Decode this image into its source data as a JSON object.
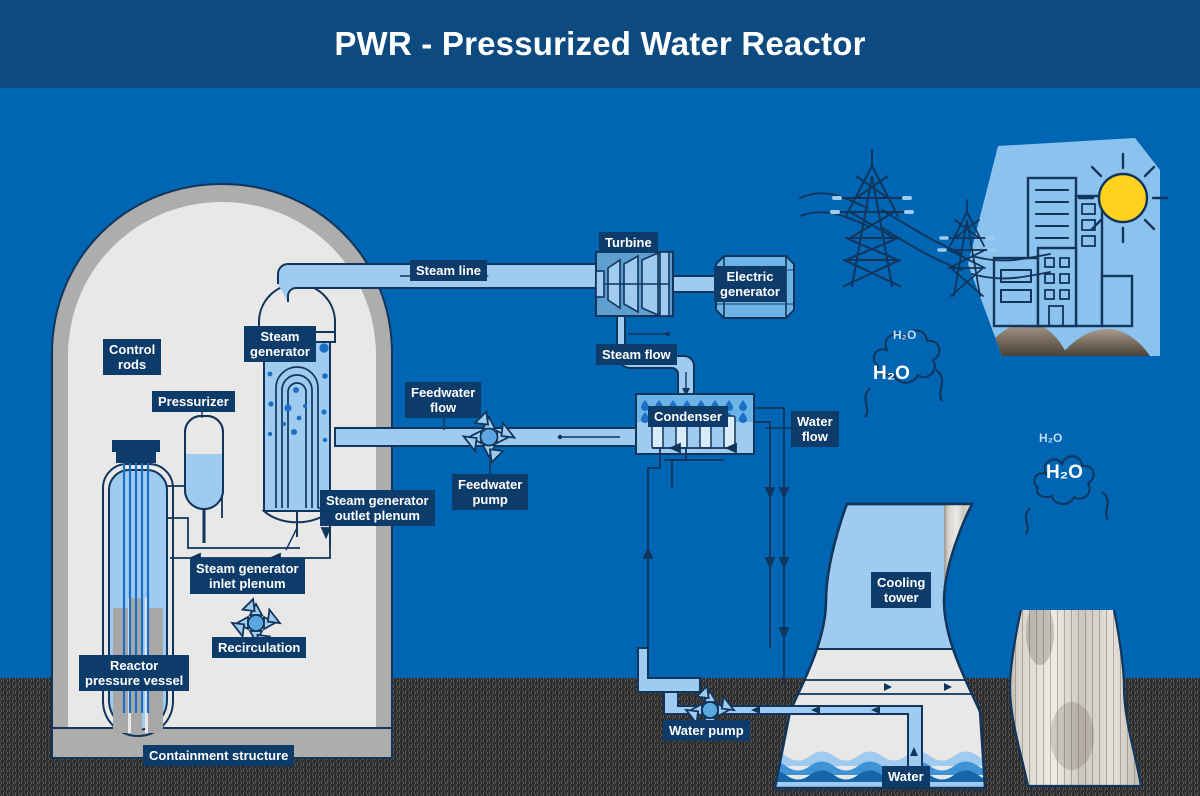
{
  "header": {
    "title": "PWR - Pressurized Water Reactor"
  },
  "colors": {
    "background": "#0066b3",
    "header_bar": "#0d4a80",
    "label_bg": "#0d3c6b",
    "label_text": "#ffffff",
    "pipe_fill": "#9ecbef",
    "pipe_stroke": "#12355b",
    "containment_inner": "#e8e8e8",
    "containment_wall": "#adadad",
    "water_light": "#9ecbef",
    "water_mid": "#3d93d6",
    "water_dark": "#1565a8",
    "ground": "#2e2e2e",
    "sun": "#ffd21e",
    "city_panel": "#8cc3ee",
    "tower_concrete": "#c9c4bb"
  },
  "labels": {
    "steam_line": "Steam line",
    "turbine": "Turbine",
    "electric_generator": "Electric\ngenerator",
    "steam_flow": "Steam flow",
    "steam_generator": "Steam\ngenerator",
    "pressurizer": "Pressurizer",
    "control_rods": "Control\nrods",
    "feedwater_flow": "Feedwater\nflow",
    "feedwater_pump": "Feedwater\npump",
    "steam_generator_outlet_plenum": "Steam generator\noutlet plenum",
    "steam_generator_inlet_plenum": "Steam generator\ninlet plenum",
    "recirculation": "Recirculation",
    "reactor_pressure_vessel": "Reactor\npressure vessel",
    "containment_structure": "Containment structure",
    "condenser": "Condenser",
    "water_flow": "Water\nflow",
    "cooling_tower": "Cooling\ntower",
    "water_pump": "Water pump",
    "water": "Water"
  },
  "steam_plumes": [
    {
      "text": "H₂O",
      "size": 12
    },
    {
      "text": "H₂O",
      "size": 19
    },
    {
      "text": "H₂O",
      "size": 12
    },
    {
      "text": "H₂O",
      "size": 19
    }
  ],
  "diagram": {
    "type": "process-flow-schematic",
    "subject": "Pressurized Water Reactor nuclear power plant",
    "loops": [
      "primary coolant loop",
      "secondary steam loop",
      "cooling water loop"
    ],
    "components": [
      "Reactor pressure vessel",
      "Control rods",
      "Pressurizer",
      "Steam generator",
      "Steam generator inlet plenum",
      "Steam generator outlet plenum",
      "Recirculation pump",
      "Containment structure",
      "Steam line",
      "Turbine",
      "Electric generator",
      "Condenser",
      "Feedwater pump",
      "Cooling tower",
      "Water pump",
      "Transmission towers",
      "City"
    ]
  }
}
